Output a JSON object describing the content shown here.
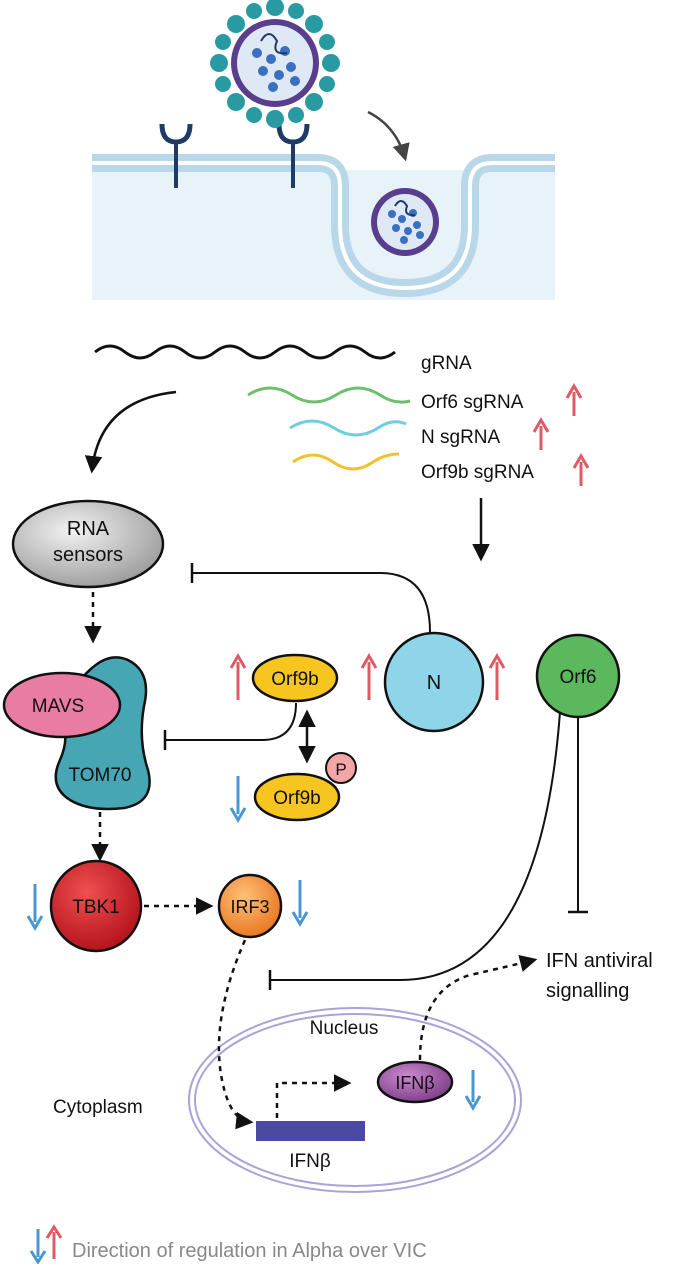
{
  "rna_labels": {
    "grna": "gRNA",
    "orf6_sgrna": "Orf6 sgRNA",
    "n_sgrna": "N sgRNA",
    "orf9b_sgrna": "Orf9b sgRNA"
  },
  "nodes": {
    "rna_sensors_line1": "RNA",
    "rna_sensors_line2": "sensors",
    "mavs": "MAVS",
    "tom70": "TOM70",
    "orf9b": "Orf9b",
    "orf9b_phospho": "Orf9b",
    "phospho_mark": "P",
    "n": "N",
    "orf6": "Orf6",
    "tbk1": "TBK1",
    "irf3": "IRF3",
    "ifn_antiviral_line1": "IFN antiviral",
    "ifn_antiviral_line2": "signalling",
    "nucleus": "Nucleus",
    "cytoplasm": "Cytoplasm",
    "ifnb_protein": "IFNβ",
    "ifnb_gene": "IFNβ"
  },
  "legend": {
    "text": "Direction of regulation in Alpha over VIC"
  },
  "colors": {
    "up_arrow": "#e05a64",
    "down_arrow": "#4a97cf",
    "grna_wave": "#111111",
    "orf6_wave": "#6cc06c",
    "n_wave": "#6fcde0",
    "orf9b_wave": "#f2c12e",
    "orf9b_fill": "#f7c520",
    "n_fill": "#8fd4e8",
    "orf6_fill": "#5cb85c",
    "tbk1_fill": "#d8262b",
    "irf3_fill": "#f5913a",
    "mavs_fill": "#e87ca3",
    "tom70_fill": "#46a6b4",
    "ifnb_protein_fill": "#a35ba8",
    "ifnb_gene_fill": "#4a4aa0",
    "membrane": "#b8d8ea",
    "cell_bg": "#e8f2f9"
  }
}
